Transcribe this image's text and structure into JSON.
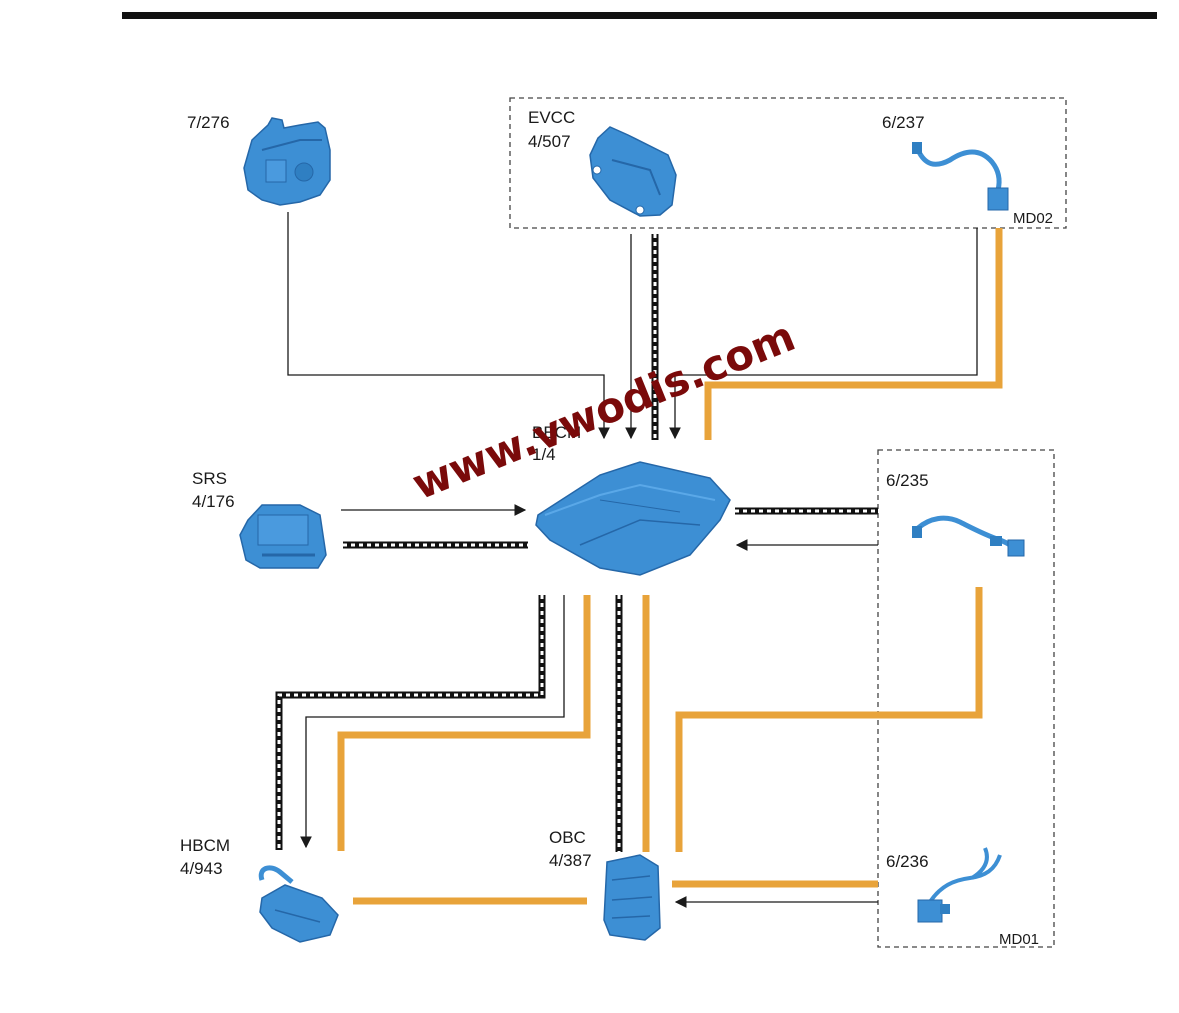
{
  "modules": {
    "m7_276": {
      "code": "7/276"
    },
    "evcc": {
      "name": "EVCC",
      "code": "4/507"
    },
    "m6_237": {
      "code": "6/237"
    },
    "becm": {
      "name": "BECM",
      "code": "1/4"
    },
    "srs": {
      "name": "SRS",
      "code": "4/176"
    },
    "m6_235": {
      "code": "6/235"
    },
    "hbcm": {
      "name": "HBCM",
      "code": "4/943"
    },
    "obc": {
      "name": "OBC",
      "code": "4/387"
    },
    "m6_236": {
      "code": "6/236"
    }
  },
  "groups": {
    "md02": "MD02",
    "md01": "MD01"
  },
  "watermark": "www.vwodis.com",
  "colors": {
    "component": "#3d8fd4",
    "component_dark": "#2567a8",
    "orange_line": "#e8a33a",
    "line": "#1a1a1a",
    "watermark": "#7a0a0a"
  },
  "icons": [
    "component-7-276-icon",
    "evcc-icon",
    "harness-6-237-icon",
    "becm-icon",
    "srs-icon",
    "harness-6-235-icon",
    "hbcm-icon",
    "obc-icon",
    "harness-6-236-icon"
  ]
}
